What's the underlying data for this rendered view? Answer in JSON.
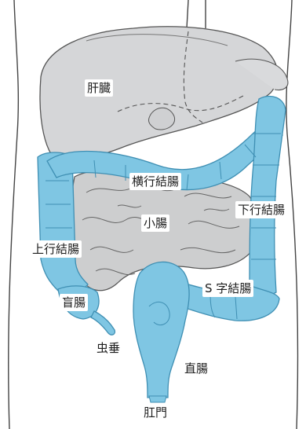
{
  "labels": {
    "liver": "肝臓",
    "transverse_colon": "横行結腸",
    "descending_colon": "下行結腸",
    "small_intestine": "小腸",
    "ascending_colon": "上行結腸",
    "cecum": "盲腸",
    "sigmoid_colon": "S 字結腸",
    "appendix": "虫垂",
    "rectum": "直腸",
    "anus": "肛門"
  },
  "colors": {
    "colon_fill": "#7fc6e3",
    "colon_stroke": "#3f8fb3",
    "organ_fill": "#d5d6d8",
    "organ_stroke": "#555555",
    "line": "#444444",
    "background": "#ffffff"
  }
}
